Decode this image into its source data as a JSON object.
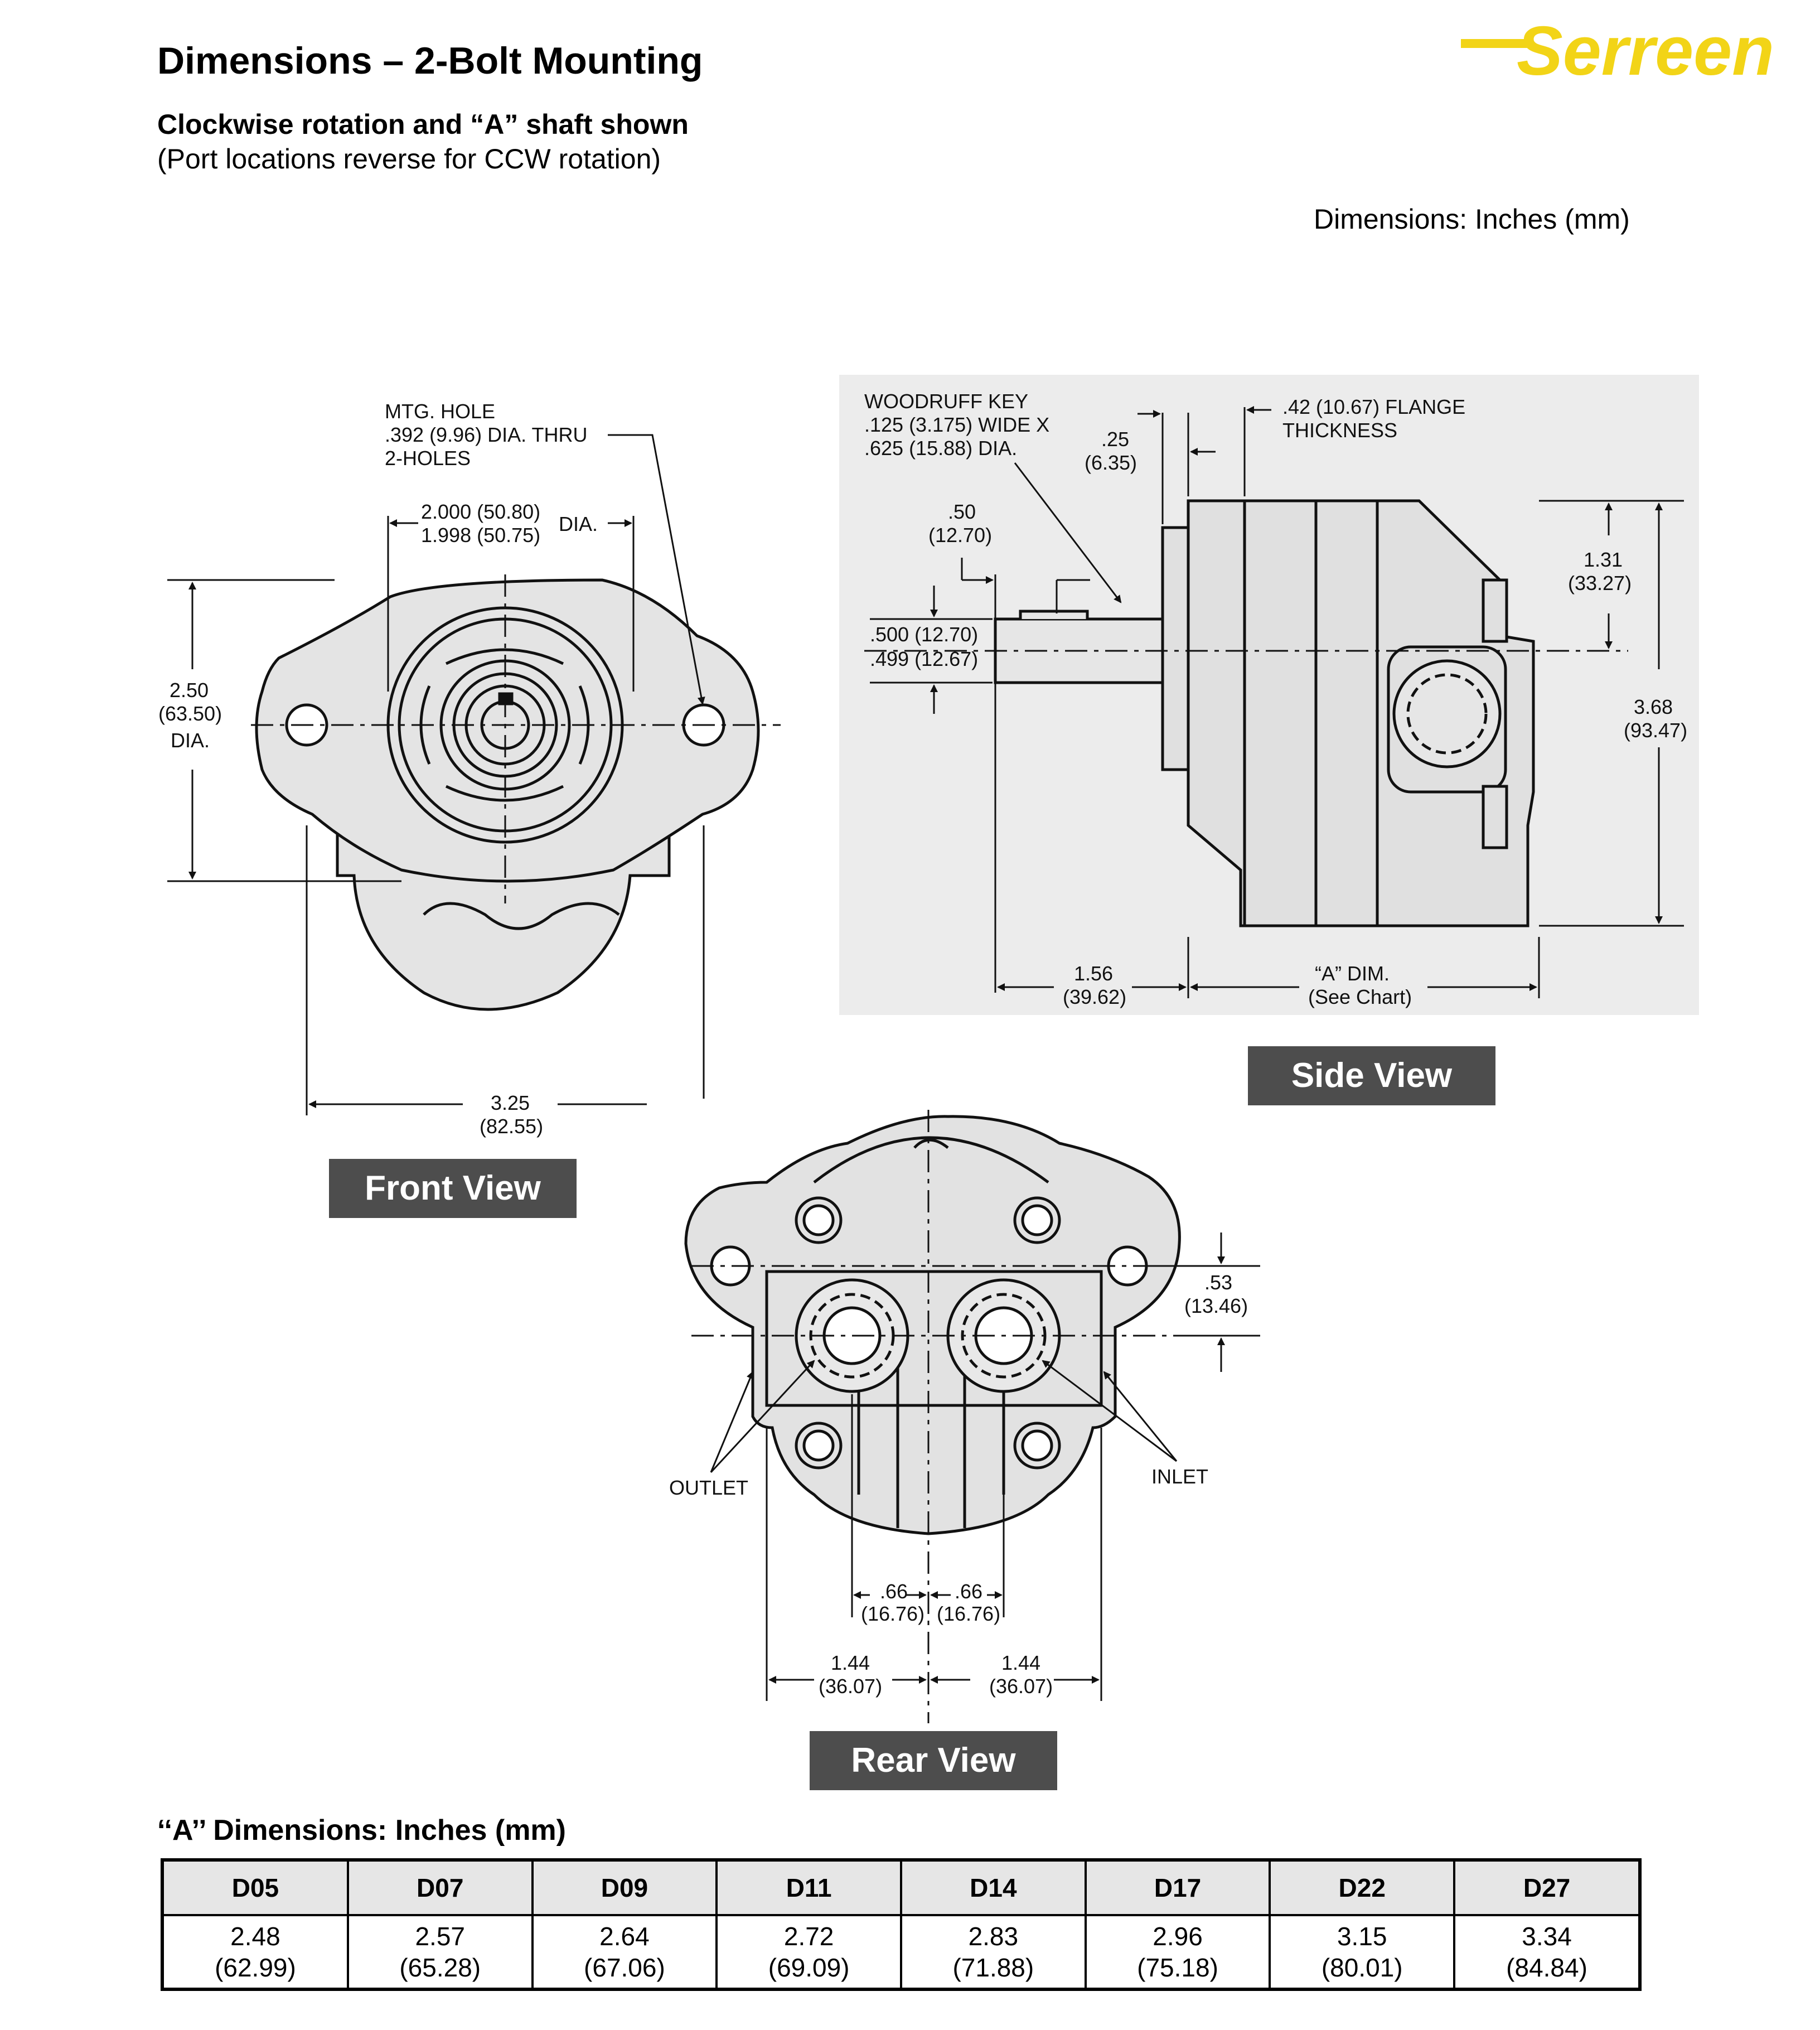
{
  "header": {
    "title": "Dimensions – 2-Bolt Mounting",
    "subtitle": "Clockwise rotation and “A” shaft shown",
    "note": "(Port locations reverse for CCW rotation)",
    "units": "Dimensions: Inches (mm)",
    "logo_text": "Serreen",
    "logo_color": "#f2d417"
  },
  "front_view": {
    "label": "Front View",
    "mtg_hole": [
      "MTG. HOLE",
      ".392 (9.96) DIA. THRU",
      "2-HOLES"
    ],
    "pilot_dia": [
      " 2.000 (50.80)",
      " 1.998 (50.75)",
      "DIA."
    ],
    "height_dim": [
      "2.50",
      "(63.50)",
      "DIA."
    ],
    "width_dim": [
      "3.25",
      "(82.55)"
    ]
  },
  "side_view": {
    "label": "Side View",
    "woodruff": [
      "WOODRUFF KEY",
      ".125 (3.175) WIDE X",
      ".625 (15.88) DIA."
    ],
    "key_offset": [
      ".25",
      "(6.35)"
    ],
    "flange": [
      ".42 (10.67) FLANGE",
      "THICKNESS"
    ],
    "key_len": [
      ".50",
      "(12.70)"
    ],
    "shaft_dia": [
      ".500 (12.70)",
      ".499 (12.67)"
    ],
    "upper_height": [
      "1.31",
      "(33.27)"
    ],
    "total_height": [
      "3.68",
      "(93.47)"
    ],
    "shaft_len": [
      "1.56",
      "(39.62)"
    ],
    "a_dim": [
      "“A” DIM.",
      "(See Chart)"
    ]
  },
  "rear_view": {
    "label": "Rear View",
    "port_offset": [
      ".53",
      "(13.46)"
    ],
    "outlet": "OUTLET",
    "inlet": "INLET",
    "port_left": [
      ".66",
      "(16.76)"
    ],
    "port_right": [
      ".66",
      "(16.76)"
    ],
    "half_left": [
      "1.44",
      "(36.07)"
    ],
    "half_right": [
      "1.44",
      "(36.07)"
    ]
  },
  "a_dimensions": {
    "title": "‘‘A’’ Dimensions: Inches (mm)",
    "models": [
      "D05",
      "D07",
      "D09",
      "D11",
      "D14",
      "D17",
      "D22",
      "D27"
    ],
    "inches": [
      "2.48",
      "2.57",
      "2.64",
      "2.72",
      "2.83",
      "2.96",
      "3.15",
      "3.34"
    ],
    "mm": [
      "(62.99)",
      "(65.28)",
      "(67.06)",
      "(69.09)",
      "(71.88)",
      "(75.18)",
      "(80.01)",
      "(84.84)"
    ]
  }
}
